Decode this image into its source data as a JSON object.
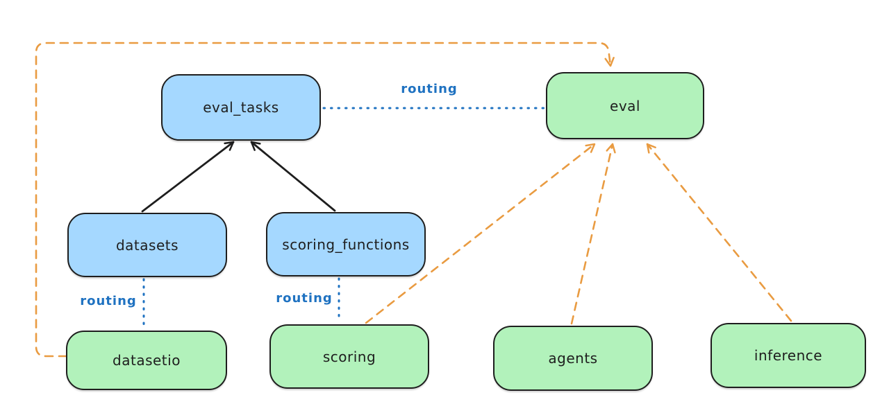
{
  "diagram": {
    "type": "architecture-diagram",
    "nodes": [
      {
        "id": "eval_tasks",
        "label": "eval_tasks",
        "color": "blue"
      },
      {
        "id": "eval",
        "label": "eval",
        "color": "green"
      },
      {
        "id": "datasets",
        "label": "datasets",
        "color": "blue"
      },
      {
        "id": "scoring_functions",
        "label": "scoring_functions",
        "color": "blue"
      },
      {
        "id": "datasetio",
        "label": "datasetio",
        "color": "green"
      },
      {
        "id": "scoring",
        "label": "scoring",
        "color": "green"
      },
      {
        "id": "agents",
        "label": "agents",
        "color": "green"
      },
      {
        "id": "inference",
        "label": "inference",
        "color": "green"
      }
    ],
    "edges": [
      {
        "from": "datasets",
        "to": "eval_tasks",
        "style": "solid-black-arrow"
      },
      {
        "from": "scoring_functions",
        "to": "eval_tasks",
        "style": "solid-black-arrow"
      },
      {
        "from": "eval_tasks",
        "to": "eval",
        "style": "dotted-blue",
        "label": "routing"
      },
      {
        "from": "datasets",
        "to": "datasetio",
        "style": "dotted-blue",
        "label": "routing"
      },
      {
        "from": "scoring_functions",
        "to": "scoring",
        "style": "dotted-blue",
        "label": "routing"
      },
      {
        "from": "datasetio",
        "to": "eval",
        "style": "dashed-orange-arrow"
      },
      {
        "from": "scoring",
        "to": "eval",
        "style": "dashed-orange-arrow"
      },
      {
        "from": "agents",
        "to": "eval",
        "style": "dashed-orange-arrow"
      },
      {
        "from": "inference",
        "to": "eval",
        "style": "dashed-orange-arrow"
      }
    ],
    "colors": {
      "background": "#ffffff",
      "node_blue_fill": "#a5d8ff",
      "node_green_fill": "#b2f2bb",
      "node_border": "#1e1e1e",
      "node_text": "#1e1e1e",
      "routing_blue": "#1f72c1",
      "arrow_black": "#1e1e1e",
      "arrow_orange": "#e99b41"
    }
  }
}
